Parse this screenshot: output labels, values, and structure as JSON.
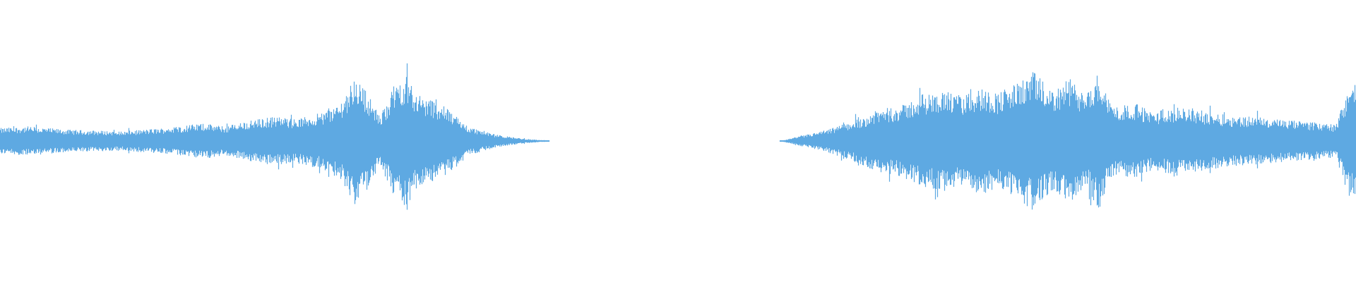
{
  "waveform": {
    "color": "#5ea9e2",
    "background": "#ffffff",
    "segments": [
      {
        "name": "left-clip",
        "visible_range": [
          0.0,
          0.405
        ],
        "envelope": [
          [
            0.0,
            0.16
          ],
          [
            0.02,
            0.18
          ],
          [
            0.05,
            0.14
          ],
          [
            0.09,
            0.12
          ],
          [
            0.12,
            0.16
          ],
          [
            0.15,
            0.22
          ],
          [
            0.165,
            0.18
          ],
          [
            0.18,
            0.24
          ],
          [
            0.2,
            0.3
          ],
          [
            0.22,
            0.28
          ],
          [
            0.235,
            0.34
          ],
          [
            0.25,
            0.46
          ],
          [
            0.262,
            0.8
          ],
          [
            0.27,
            0.62
          ],
          [
            0.28,
            0.3
          ],
          [
            0.29,
            0.68
          ],
          [
            0.3,
            0.84
          ],
          [
            0.308,
            0.56
          ],
          [
            0.318,
            0.52
          ],
          [
            0.33,
            0.4
          ],
          [
            0.345,
            0.18
          ],
          [
            0.365,
            0.08
          ],
          [
            0.385,
            0.03
          ],
          [
            0.4,
            0.01
          ],
          [
            0.405,
            0.0
          ]
        ]
      },
      {
        "name": "right-clip",
        "visible_range": [
          0.575,
          1.0
        ],
        "envelope": [
          [
            0.575,
            0.0
          ],
          [
            0.59,
            0.06
          ],
          [
            0.61,
            0.14
          ],
          [
            0.63,
            0.26
          ],
          [
            0.65,
            0.4
          ],
          [
            0.665,
            0.44
          ],
          [
            0.68,
            0.58
          ],
          [
            0.695,
            0.62
          ],
          [
            0.71,
            0.56
          ],
          [
            0.722,
            0.66
          ],
          [
            0.735,
            0.6
          ],
          [
            0.75,
            0.72
          ],
          [
            0.762,
            0.86
          ],
          [
            0.775,
            0.62
          ],
          [
            0.79,
            0.78
          ],
          [
            0.8,
            0.54
          ],
          [
            0.81,
            0.86
          ],
          [
            0.818,
            0.5
          ],
          [
            0.825,
            0.42
          ],
          [
            0.835,
            0.48
          ],
          [
            0.85,
            0.36
          ],
          [
            0.86,
            0.4
          ],
          [
            0.875,
            0.42
          ],
          [
            0.89,
            0.36
          ],
          [
            0.905,
            0.32
          ],
          [
            0.925,
            0.3
          ],
          [
            0.945,
            0.26
          ],
          [
            0.965,
            0.24
          ],
          [
            0.985,
            0.2
          ],
          [
            0.995,
            0.72
          ],
          [
            1.0,
            0.7
          ]
        ]
      }
    ]
  }
}
